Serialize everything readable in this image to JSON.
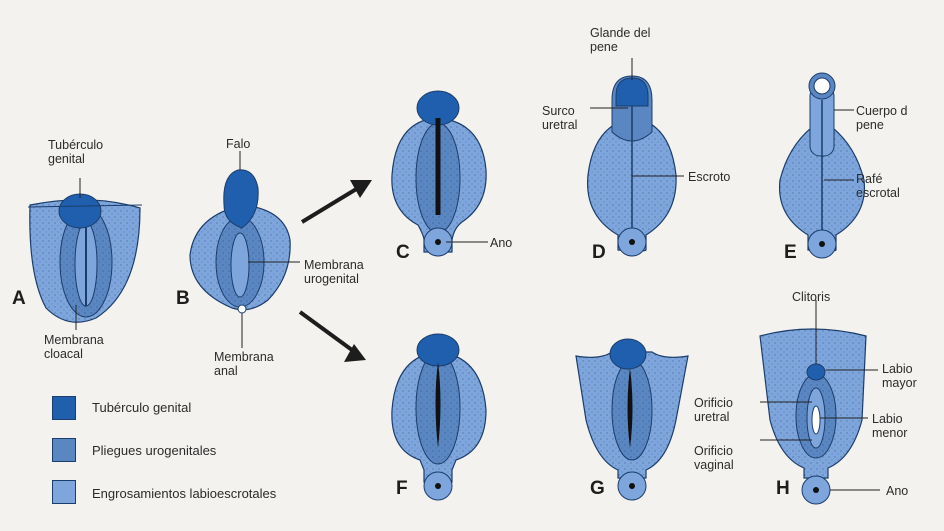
{
  "stages": [
    {
      "letter": "A"
    },
    {
      "letter": "B"
    },
    {
      "letter": "C"
    },
    {
      "letter": "D"
    },
    {
      "letter": "E"
    },
    {
      "letter": "F"
    },
    {
      "letter": "G"
    },
    {
      "letter": "H"
    }
  ],
  "labels": {
    "tuberculo": "Tubérculo\ngenital",
    "m_cloacal": "Membrana\ncloacal",
    "falo": "Falo",
    "m_urogenital": "Membrana\nurogenital",
    "m_anal": "Membrana\nanal",
    "ano_c": "Ano",
    "glande": "Glande del\npene",
    "surco": "Surco\nuretral",
    "escroto": "Escroto",
    "cuerpo": "Cuerpo d\npene",
    "rafe": "Rafé\nescrotal",
    "clitoris": "Clitoris",
    "labio_mayor": "Labio\nmayor",
    "orificio_uretral": "Orificio\nuretral",
    "labio_menor": "Labio\nmenor",
    "orificio_vaginal": "Orificio\nvaginal",
    "ano_h": "Ano"
  },
  "legend": [
    {
      "label": "Tubérculo genital",
      "color": "#1f5fae"
    },
    {
      "label": "Pliegues urogenitales",
      "color": "#5a86c2"
    },
    {
      "label": "Engrosamientos labioescrotales",
      "color": "#7ea6dc"
    }
  ],
  "colors": {
    "tubercle": "#1f5fae",
    "fold": "#5a86c2",
    "swelling": "#7ea6dc",
    "outline": "#1b3d6b"
  }
}
